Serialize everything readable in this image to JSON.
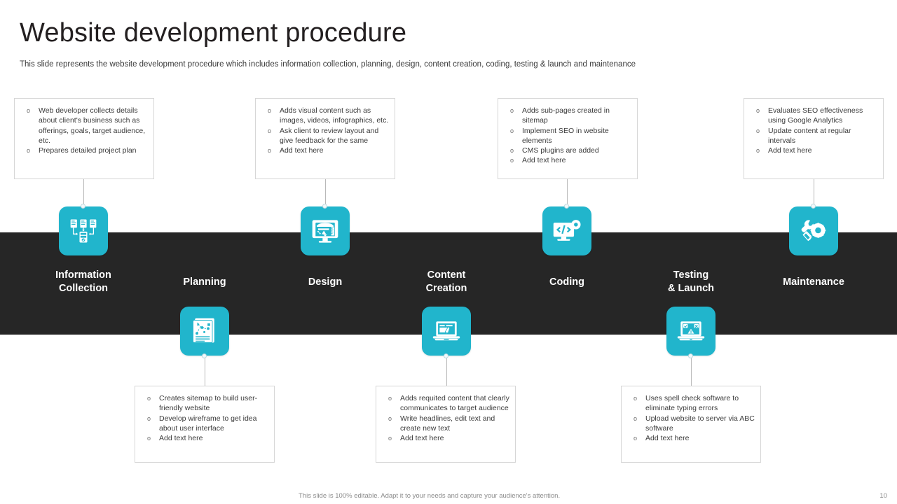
{
  "header": {
    "title": "Website development procedure",
    "subtitle": "This slide represents the website development procedure which includes information collection, planning, design, content creation, coding, testing & launch and maintenance"
  },
  "theme": {
    "accent": "#21b5cc",
    "band": "#262626",
    "text": "#3b3b3b",
    "title": "#231f20",
    "border": "#d6d6d6"
  },
  "stages": [
    {
      "key": "information-collection",
      "label": "Information\nCollection",
      "icon": "documents-database-icon",
      "position": "top"
    },
    {
      "key": "planning",
      "label": "Planning",
      "icon": "strategy-document-icon",
      "position": "bottom"
    },
    {
      "key": "design",
      "label": "Design",
      "icon": "monitor-drafting-icon",
      "position": "top"
    },
    {
      "key": "content-creation",
      "label": "Content\nCreation",
      "icon": "laptop-pen-icon",
      "position": "bottom"
    },
    {
      "key": "coding",
      "label": "Coding",
      "icon": "monitor-code-gear-icon",
      "position": "top"
    },
    {
      "key": "testing-launch",
      "label": "Testing\n& Launch",
      "icon": "laptop-test-check-icon",
      "position": "bottom"
    },
    {
      "key": "maintenance",
      "label": "Maintenance",
      "icon": "wrench-gear-icon",
      "position": "top"
    }
  ],
  "top_boxes": [
    {
      "stage": "information-collection",
      "items": [
        "Web developer collects details about client's business such as offerings, goals, target audience, etc.",
        "Prepares detailed project plan"
      ]
    },
    {
      "stage": "design",
      "items": [
        "Adds visual content such as images, videos, infographics, etc.",
        "Ask client to review layout and give feedback for the same",
        "Add text here"
      ]
    },
    {
      "stage": "coding",
      "items": [
        "Adds sub-pages created in sitemap",
        "Implement SEO in website elements",
        "CMS plugins are added",
        "Add text here"
      ]
    },
    {
      "stage": "maintenance",
      "items": [
        "Evaluates SEO effectiveness using Google Analytics",
        "Update content at regular intervals",
        "Add text here"
      ]
    }
  ],
  "bottom_boxes": [
    {
      "stage": "planning",
      "items": [
        "Creates sitemap to build user-friendly website",
        "Develop wireframe to get idea about user interface",
        "Add text here"
      ]
    },
    {
      "stage": "content-creation",
      "items": [
        "Adds requited content that clearly communicates to target audience",
        "Write headlines, edit text and create new text",
        "Add text here"
      ]
    },
    {
      "stage": "testing-launch",
      "items": [
        "Uses spell check software to eliminate typing errors",
        "Upload website to server via ABC software",
        "Add text here"
      ]
    }
  ],
  "footer": {
    "note": "This slide is 100% editable. Adapt it to your needs and capture your audience's attention.",
    "page": "10"
  }
}
